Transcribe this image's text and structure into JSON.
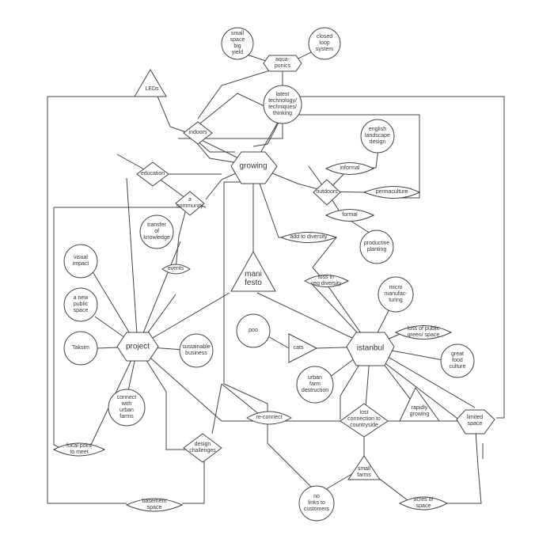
{
  "colors": {
    "stroke": "#444444",
    "text": "#333333",
    "background": "#ffffff"
  },
  "nodes": {
    "small_space": "small\nspace\nbig\nyield",
    "closed_loop": "closed\nloop\nsystem",
    "aquaponics": "aqua-\nponics",
    "leds": "LEDs",
    "latest_tech": "latest\ntechnology/\ntechniques/\nthinking",
    "indoors": "indoors",
    "english_landscape": "english\nlandscape\ndesign",
    "growing": "growing",
    "informal": "informal",
    "education": "education",
    "outdoors": "outdoors",
    "permaculture": "permaculture",
    "a_community": "a\ncommunity",
    "formal": "formal",
    "transfer": "transfer\nof\nknowledge",
    "add_diversity": "add to diversity",
    "productive": "productive\nplanting",
    "visual_impact": "visual\nimpact",
    "manifesto": "mani\nfesto",
    "events": "events",
    "loss_veg": "loss in\nveg diversity",
    "micro": "micro\nmanufac-\nturing",
    "new_public": "a new\npublic\nspace",
    "poo": "poo",
    "loss_public": "loss of public\ngreen/ space",
    "project": "project",
    "taksim": "Taksim",
    "sustainable": "sustainable\nbusiness",
    "cats": "cats",
    "istanbul": "istanbul",
    "great_food": "great\nfood\nculture",
    "urban_farm": "urban\nfarm\ndestruction",
    "connect_urban": "connect\nwith\nurban\nfarms",
    "rapidly": "rapidly\ngrowing",
    "lost_connection": "lost\nconnection to\ncountryside",
    "reconnect": "re-connect",
    "limited": "limited\nspace",
    "design_challenges": "design\nchallenges",
    "focal_point": "focal point\nto meet",
    "small_farms": "small\nfarms",
    "basement": "basement\nspace",
    "no_links": "no\nlinks to\ncustomers",
    "acres": "acres of\nspace"
  }
}
